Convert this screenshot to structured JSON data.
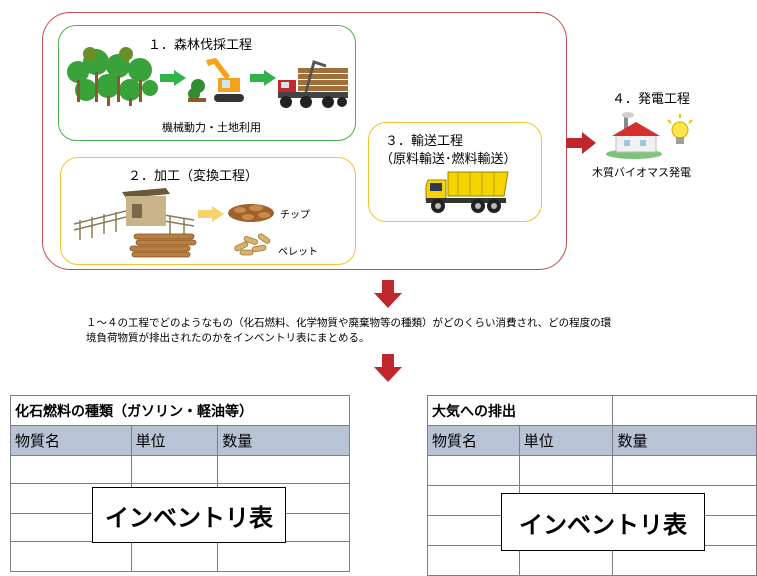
{
  "process1": {
    "title": "１．森林伐採工程",
    "note": "機械動力・土地利用"
  },
  "process2": {
    "title": "２．加工（変換工程）",
    "chip": "チップ",
    "pellet": "ペレット"
  },
  "process3": {
    "title": "３．輸送工程",
    "subtitle": "（原料輸送･燃料輸送）"
  },
  "process4": {
    "title": "４．発電工程",
    "caption": "木質バイオマス発電"
  },
  "description": {
    "line1": "１～４の工程でどのようなもの（化石燃料、化学物質や廃棄物等の種類）がどのくらい消費され、どの程度の環",
    "line2": "境負荷物質が排出されたのかをインベントリ表にまとめる。"
  },
  "table_left": {
    "title": "化石燃料の種類（ガソリン・軽油等）",
    "headers": [
      "物質名",
      "単位",
      "数量"
    ],
    "overlay": "インベントリ表"
  },
  "table_right": {
    "title": "大気への排出",
    "headers": [
      "物質名",
      "単位",
      "数量"
    ],
    "overlay": "インベントリ表"
  },
  "colors": {
    "red_arrow": "#c0272d",
    "green_arrow": "#2fb34a",
    "yellow_arrow": "#f7d36b",
    "header_fill": "#b8c4d6"
  },
  "icons": [
    "trees-icon",
    "excavator-icon",
    "log-loader-icon",
    "sawmill-icon",
    "wood-chip-icon",
    "pellet-icon",
    "dump-truck-icon",
    "power-plant-icon",
    "light-bulb-icon"
  ]
}
